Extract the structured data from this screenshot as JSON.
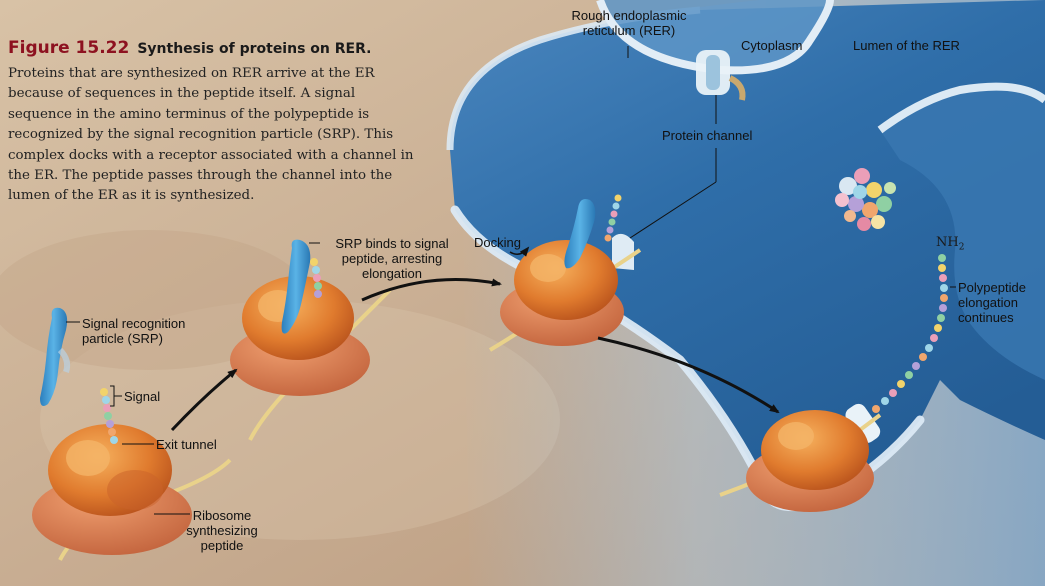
{
  "figure": {
    "number": "Figure 15.22",
    "title": "Synthesis of proteins on RER.",
    "body": "Proteins that are synthesized on RER arrive at the ER because of sequences in the peptide itself. A signal sequence in the amino terminus of the polypeptide is recognized by the signal recognition particle (SRP). This complex docks with a receptor associated with a channel in the ER. The peptide passes through the channel into the lumen of the ER as it is synthesized."
  },
  "labels": {
    "rer": "Rough endoplasmic reticulum (RER)",
    "cytoplasm": "Cytoplasm",
    "lumen": "Lumen of the RER",
    "protein_channel": "Protein channel",
    "srp_binds": "SRP binds to signal peptide, arresting elongation",
    "docking": "Docking",
    "nh2": "NH",
    "nh2_sub": "2",
    "polypeptide": "Polypeptide elongation continues",
    "srp": "Signal recognition particle (SRP)",
    "signal": "Signal",
    "exit_tunnel": "Exit tunnel",
    "ribosome": "Ribosome synthesizing peptide"
  },
  "colors": {
    "cytoplasm_bg": "#c9b096",
    "lumen_blue": "#3f7fb8",
    "membrane": "#dbe9f4",
    "ribosome_orange": "#e07b2e",
    "srp_blue": "#3f9ad3",
    "figure_red": "#8d1220",
    "arrow": "#111111"
  },
  "icons": [
    "ribosome-icon",
    "srp-icon",
    "protein-channel-icon",
    "polypeptide-chain-icon",
    "folded-protein-icon",
    "arrow-icon"
  ]
}
